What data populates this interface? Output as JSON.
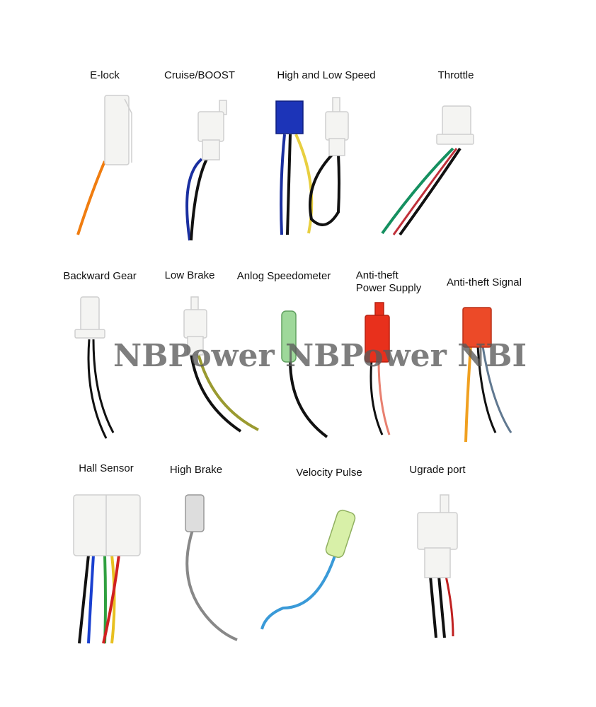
{
  "connectors": [
    {
      "label": "E-lock"
    },
    {
      "label": "Cruise/BOOST"
    },
    {
      "label": "High and Low Speed"
    },
    {
      "label": "Throttle"
    },
    {
      "label": "Backward Gear"
    },
    {
      "label": "Low Brake"
    },
    {
      "label": "Anlog Speedometer"
    },
    {
      "label": "Anti-theft Power Supply",
      "line1": "Anti-theft",
      "line2": "Power Supply"
    },
    {
      "label": "Anti-theft Signal"
    },
    {
      "label": "Hall Sensor"
    },
    {
      "label": "High Brake"
    },
    {
      "label": "Velocity Pulse"
    },
    {
      "label": "Ugrade port"
    }
  ],
  "watermark": "NBPower NBPower NBI"
}
